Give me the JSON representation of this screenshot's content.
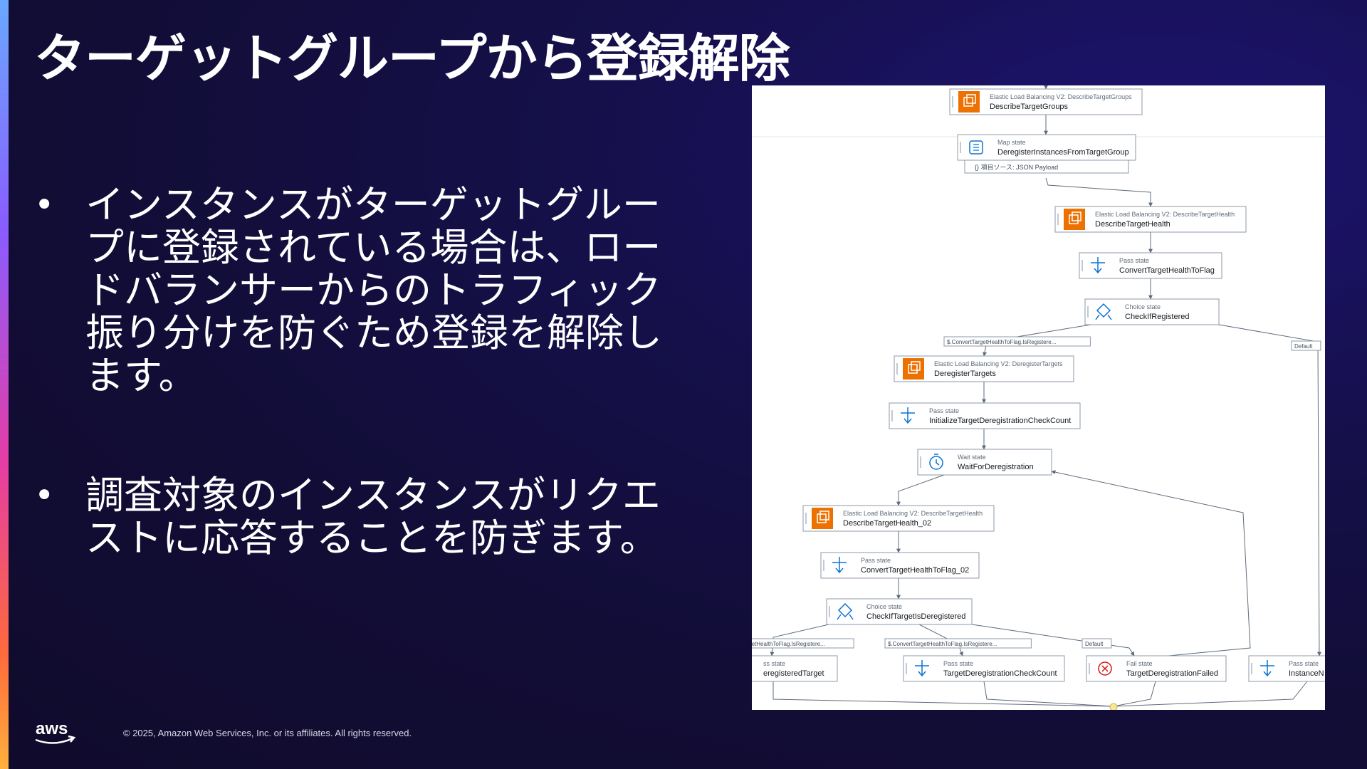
{
  "slide": {
    "title": "ターゲットグループから登録解除",
    "bullets": [
      {
        "marker": "•",
        "text": "インスタンスがターゲットグループに登録されている場合は、ロードバランサーからのトラフィック振り分けを防ぐため登録を解除します。"
      },
      {
        "marker": "•",
        "text": "調査対象のインスタンスがリクエストに応答することを防ぎます。"
      }
    ],
    "copyright": "© 2025, Amazon Web Services, Inc. or its affiliates. All rights reserved.",
    "logo_text": "aws"
  },
  "workflow": {
    "nodes": [
      {
        "id": "n1",
        "type": "Elastic Load Balancing V2: DescribeTargetGroups",
        "name": "DescribeTargetGroups",
        "icon": "elb-icon"
      },
      {
        "id": "n2",
        "type": "Map state",
        "name": "DeregisterInstancesFromTargetGroup",
        "icon": "map-icon",
        "subtitle": "{} 項目ソース: JSON Payload"
      },
      {
        "id": "n3",
        "type": "Elastic Load Balancing V2: DescribeTargetHealth",
        "name": "DescribeTargetHealth",
        "icon": "elb-icon"
      },
      {
        "id": "n4",
        "type": "Pass state",
        "name": "ConvertTargetHealthToFlag",
        "icon": "pass-icon"
      },
      {
        "id": "n5",
        "type": "Choice state",
        "name": "CheckIfRegistered",
        "icon": "choice-icon"
      },
      {
        "id": "n6",
        "type": "Elastic Load Balancing V2: DeregisterTargets",
        "name": "DeregisterTargets",
        "icon": "elb-icon"
      },
      {
        "id": "n7",
        "type": "Pass state",
        "name": "InitializeTargetDeregistrationCheckCount",
        "icon": "pass-icon"
      },
      {
        "id": "n8",
        "type": "Wait state",
        "name": "WaitForDeregistration",
        "icon": "wait-icon"
      },
      {
        "id": "n9",
        "type": "Elastic Load Balancing V2: DescribeTargetHealth",
        "name": "DescribeTargetHealth_02",
        "icon": "elb-icon"
      },
      {
        "id": "n10",
        "type": "Pass state",
        "name": "ConvertTargetHealthToFlag_02",
        "icon": "pass-icon"
      },
      {
        "id": "n11",
        "type": "Choice state",
        "name": "CheckIfTargetIsDeregistered",
        "icon": "choice-icon"
      },
      {
        "id": "n12",
        "type": "ss state",
        "name": "eregisteredTarget",
        "icon": "pass-icon"
      },
      {
        "id": "n13",
        "type": "Pass state",
        "name": "TargetDeregistrationCheckCount",
        "icon": "pass-icon"
      },
      {
        "id": "n14",
        "type": "Fail state",
        "name": "TargetDeregistrationFailed",
        "icon": "fail-icon"
      },
      {
        "id": "n15",
        "type": "Pass state",
        "name": "InstanceN",
        "icon": "pass-icon"
      }
    ],
    "edge_labels": [
      {
        "id": "e1",
        "text": "$.ConvertTargetHealthToFlag.IsRegistere..."
      },
      {
        "id": "e2",
        "text": "Default"
      },
      {
        "id": "e3",
        "text": "TargetHealthToFlag.IsRegistere..."
      },
      {
        "id": "e4",
        "text": "$.ConvertTargetHealthToFlag.IsRegistere..."
      },
      {
        "id": "e5",
        "text": "Default"
      }
    ]
  }
}
